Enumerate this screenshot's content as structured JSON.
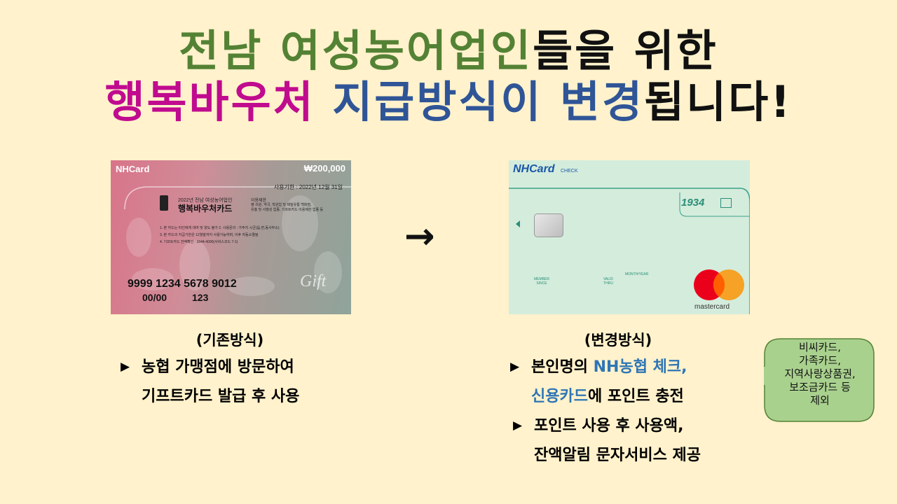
{
  "title": {
    "line1": {
      "green": "전남 여성농어업인",
      "black": "들을 위한"
    },
    "line2": {
      "magenta": "행복바우처",
      "blue": "지급방식이 변경",
      "black": "됩니다!"
    }
  },
  "colors": {
    "background": "#fff2cc",
    "title_green": "#548235",
    "title_magenta": "#c00b8f",
    "title_blue": "#2f5597",
    "highlight_blue": "#2e75b6",
    "bubble_fill": "#a9d18e",
    "bubble_stroke": "#548235"
  },
  "old_card": {
    "brand": "NHCard",
    "amount": "₩200,000",
    "expiry": "사용기한 : 2022년 12월 31일",
    "subtitle": "2022년 전남 여성농어업인",
    "name": "행복바우처카드",
    "usage_title": "이용제한",
    "usage_line1": "병·의원, 약국, 학원업 및 제밀유통 백화점,",
    "usage_line2": "유흥 및 사행성 업종, 기프트카드 이용제한 업종 등",
    "note1": "1. 본 카드는 타인에게 대여 및 양도 불가  2. 사용문의 : 가주지 시군(읍,면,동사무소)",
    "note2": "3. 본 카드의 지급기한은 12월말까지 사용가능하며, 이후 자동소멸됨",
    "note3": "4. 기프트카드 잔액확인 : 1644-4000(서비스코드 7-1)",
    "number": "9999 1234 5678 9012",
    "exp_code": "00/00",
    "cvc": "123",
    "gift": "Gift"
  },
  "new_card": {
    "brand": "NHCard",
    "brand_sub": "CHECK",
    "logo_num": "1934",
    "member_since": "MEMBER SINCE",
    "valid_thru": "VALID THRU",
    "month_year": "MONTH/YEAR",
    "network": "mastercard"
  },
  "arrow": "→",
  "left_section": {
    "caption": "(기존방식)",
    "bullet1_line1": "농협 가맹점에 방문하여",
    "bullet1_line2": "기프트카드 발급 후 사용"
  },
  "right_section": {
    "caption": "(변경방식)",
    "bullet1_a": "본인명의 ",
    "bullet1_b": "NH농협 체크,",
    "bullet1_c": "신용카드",
    "bullet1_d": "에 포인트 충전",
    "bullet2_line1": "포인트 사용 후 사용액,",
    "bullet2_line2": "잔액알림 문자서비스 제공"
  },
  "bullet_marker": "▶",
  "callout": {
    "line1": "비씨카드,",
    "line2": "가족카드,",
    "line3": "지역사랑상품권,",
    "line4": "보조금카드 등",
    "line5": "제외"
  }
}
